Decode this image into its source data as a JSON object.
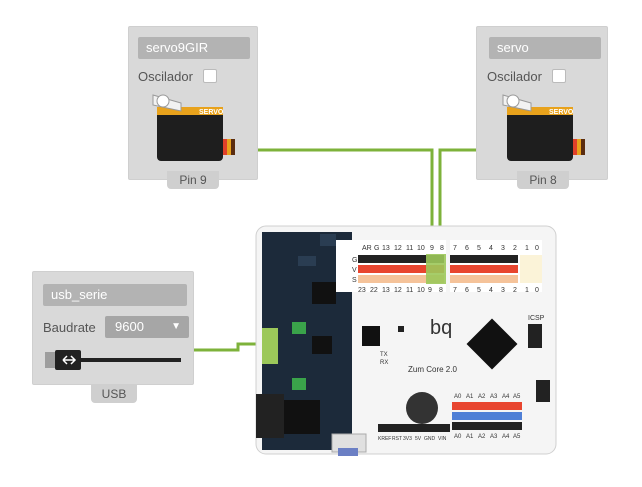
{
  "servo_left": {
    "name": "servo9GIR",
    "osc_label": "Oscilador",
    "pin_label": "Pin 9",
    "brand": "SERVO"
  },
  "servo_right": {
    "name": "servo",
    "osc_label": "Oscilador",
    "pin_label": "Pin 8",
    "brand": "SERVO"
  },
  "usb": {
    "name": "usb_serie",
    "baud_label": "Baudrate",
    "baud_value": "9600",
    "tag_label": "USB"
  },
  "board": {
    "logo": "bq",
    "model": "Zum Core 2.0",
    "icsp": "ICSP",
    "tx": "TX",
    "rx": "RX",
    "header_top_left": [
      "AR",
      "G",
      "13",
      "12",
      "11",
      "10",
      "9",
      "8"
    ],
    "header_top_right": [
      "7",
      "6",
      "5",
      "4",
      "3",
      "2",
      "1",
      "0"
    ],
    "header_bottom_left": [
      "23",
      "22",
      "13",
      "12",
      "11",
      "10",
      "9",
      "8"
    ],
    "header_bottom_right": [
      "7",
      "6",
      "5",
      "4",
      "3",
      "2",
      "1",
      "0"
    ],
    "row_labels": [
      "G",
      "V",
      "S"
    ],
    "analog_top": [
      "A0",
      "A1",
      "A2",
      "A3",
      "A4",
      "A5"
    ],
    "analog_bottom": [
      "A0",
      "A1",
      "A2",
      "A3",
      "A4",
      "A5"
    ],
    "power_labels": [
      "KREF",
      "RST",
      "3V3",
      "5V",
      "GND",
      "VIN"
    ]
  },
  "colors": {
    "wire": "#7db23a",
    "panel": "#d9d9d9",
    "board_dark": "#1c2a3a",
    "row_red": "#e8452f",
    "row_blue": "#4f7fd6"
  }
}
